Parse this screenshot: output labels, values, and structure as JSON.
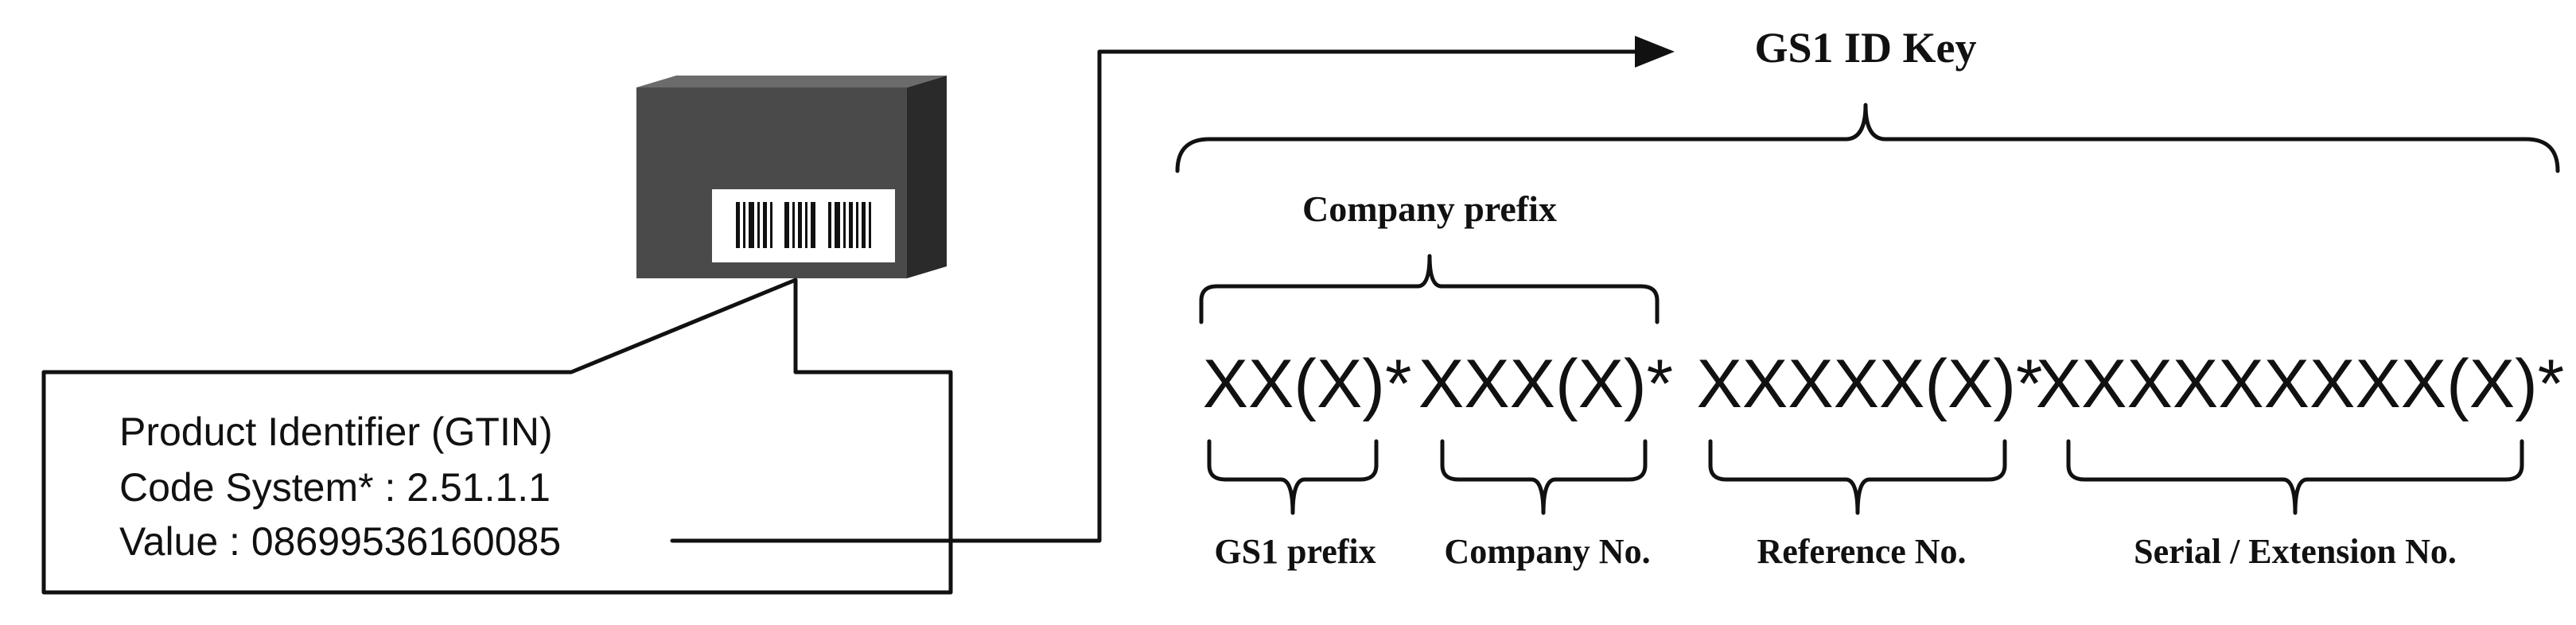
{
  "product_box": {
    "icon": "barcode-box-icon",
    "colors": {
      "front": "#4a4a4a",
      "top": "#6b6b6b",
      "side": "#2a2a2a",
      "label": "#ffffff",
      "bars": "#111111"
    }
  },
  "identifier_box": {
    "line1": "Product Identifier (GTIN)",
    "line2": "Code System* : 2.51.1.1",
    "line3": "Value : 08699536160085"
  },
  "key_title": "GS1 ID Key",
  "company_prefix_label": "Company prefix",
  "segments": [
    {
      "pattern": "XX(X)*",
      "label": "GS1 prefix"
    },
    {
      "pattern": "XXX(X)*",
      "label": "Company No."
    },
    {
      "pattern": "XXXXX(X)*",
      "label": "Reference No."
    },
    {
      "pattern": "XXXXXXXXX(X)*",
      "label": "Serial / Extension No."
    }
  ]
}
